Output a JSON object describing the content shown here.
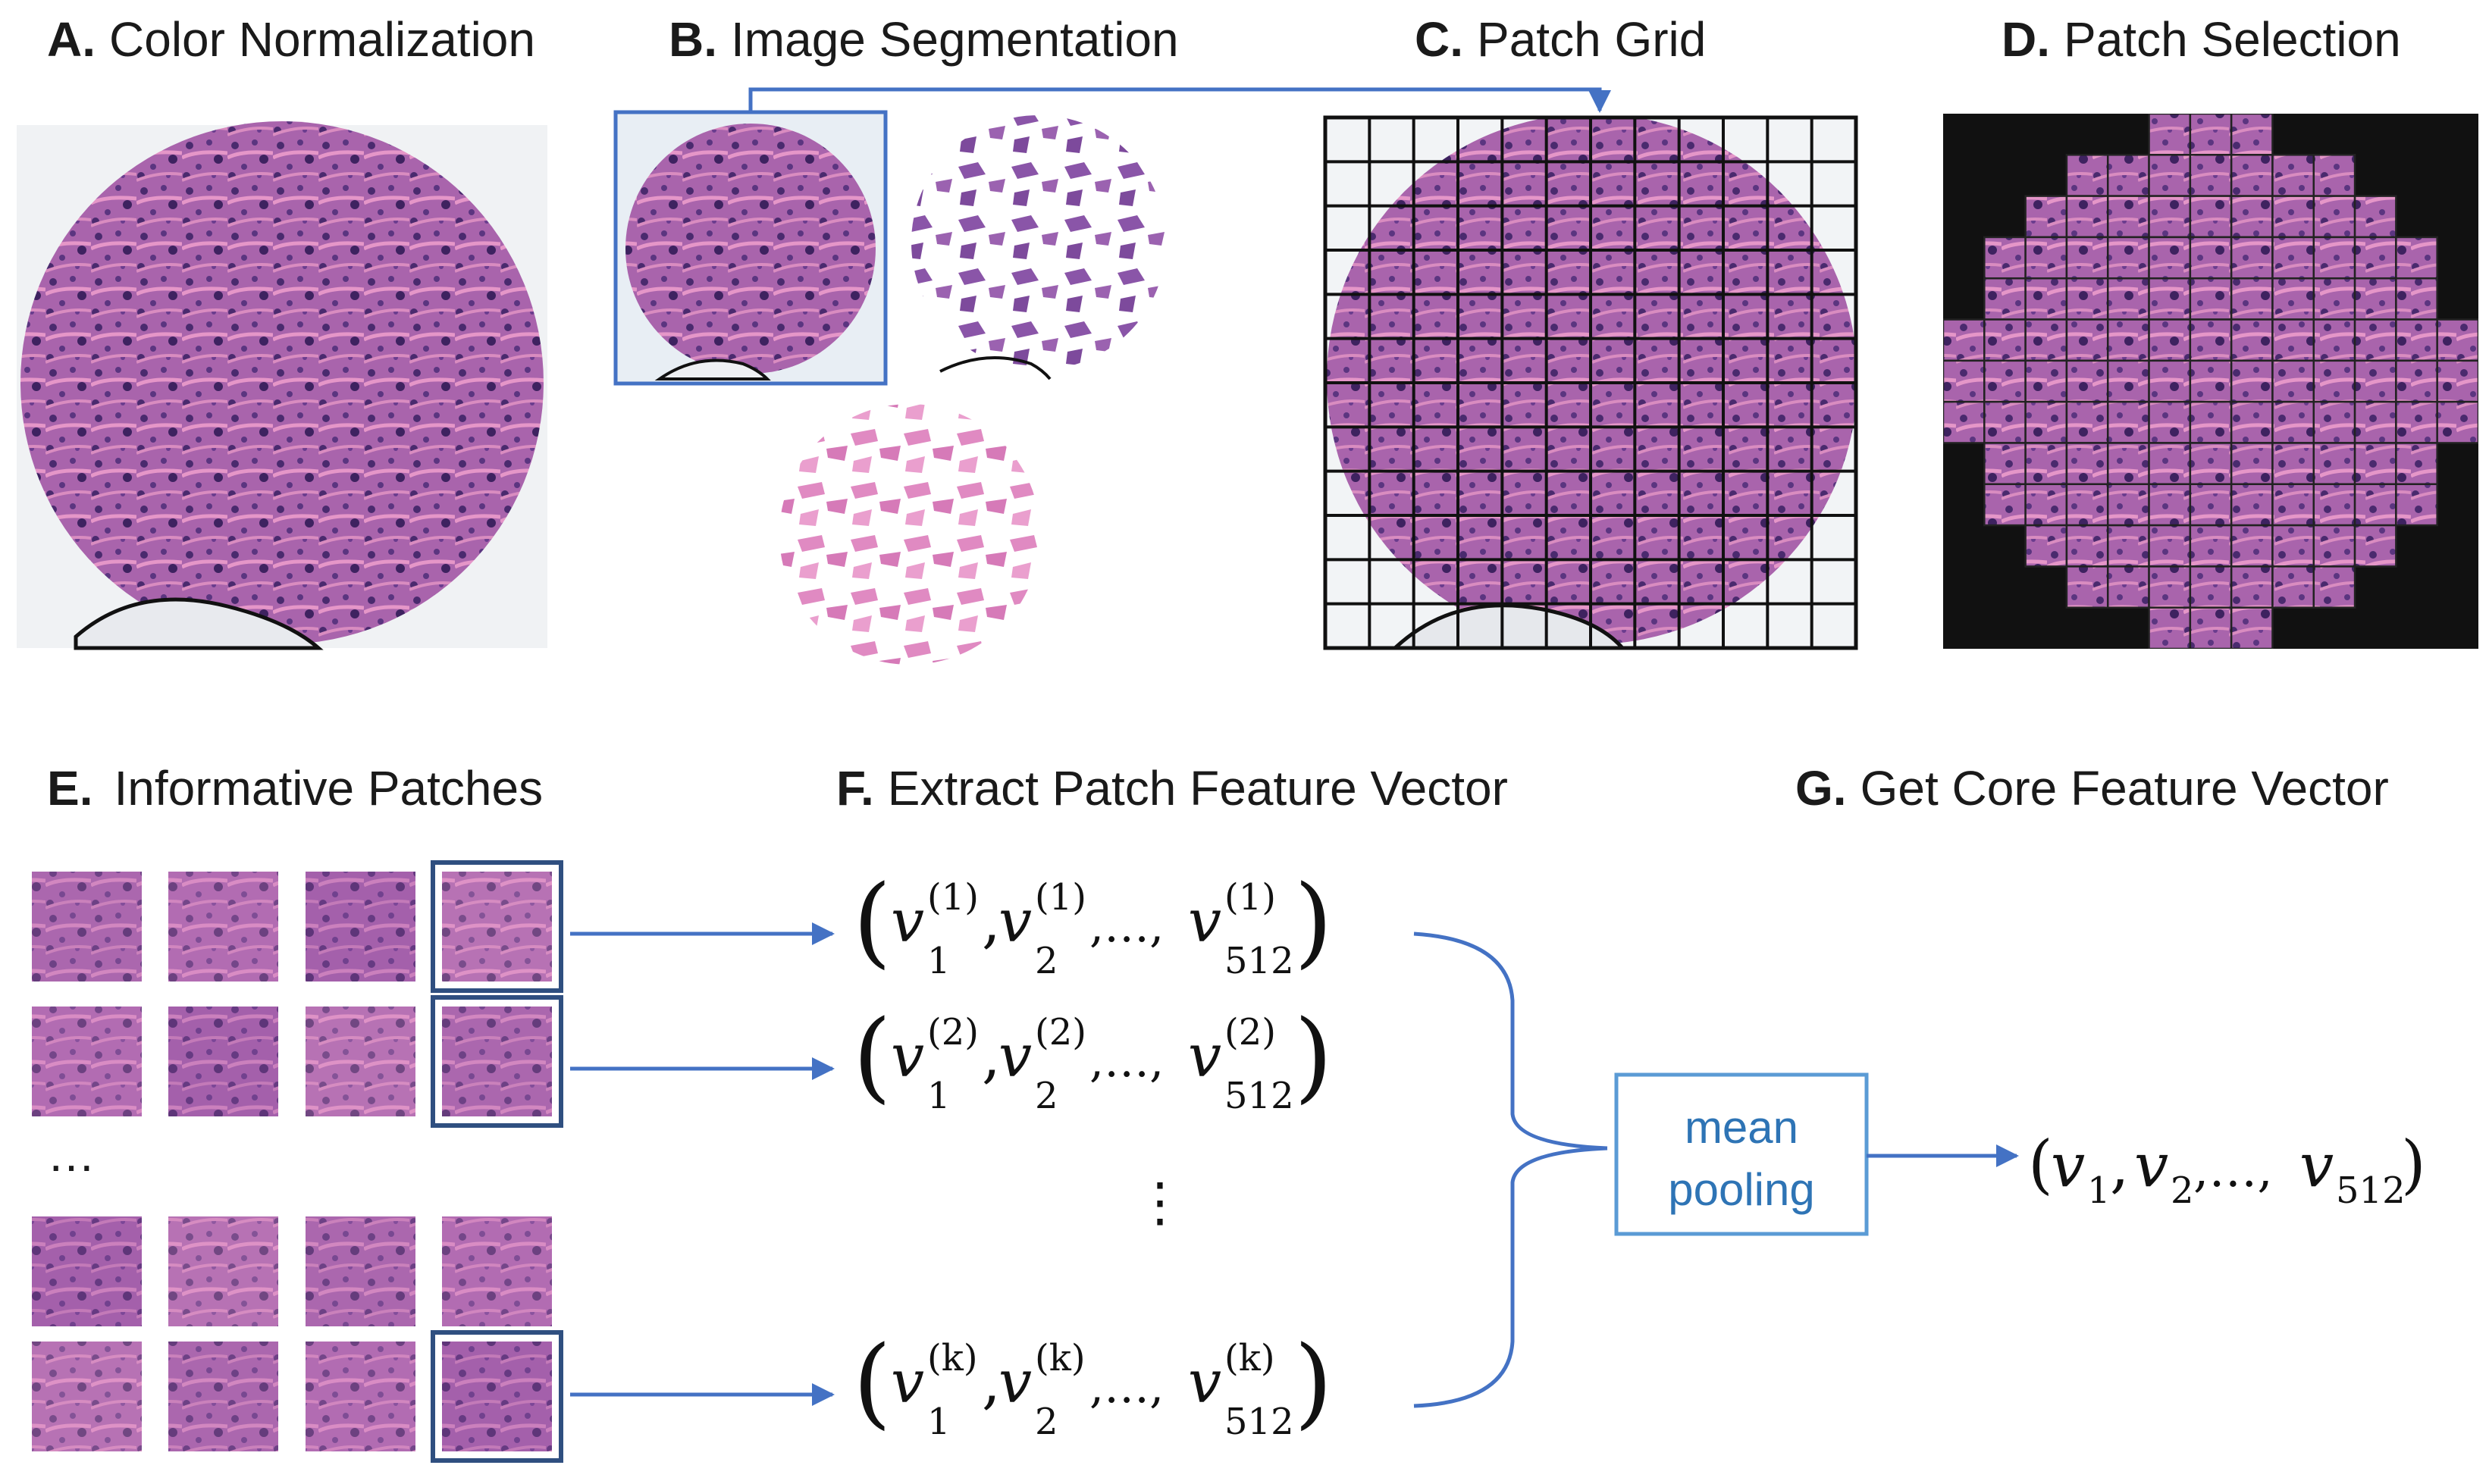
{
  "panels": {
    "a": {
      "letter": "A.",
      "title": "Color Normalization"
    },
    "b": {
      "letter": "B.",
      "title": "Image Segmentation"
    },
    "c": {
      "letter": "C.",
      "title": "Patch Grid"
    },
    "d": {
      "letter": "D.",
      "title": "Patch Selection"
    },
    "e": {
      "letter": "E.",
      "title": "Informative Patches"
    },
    "f": {
      "letter": "F.",
      "title": "Extract Patch Feature Vector"
    },
    "g": {
      "letter": "G.",
      "title": "Get Core Feature Vector"
    }
  },
  "ellipsis_rows": "…",
  "vertical_ellipsis": "⋮",
  "feature_vectors": [
    {
      "superscript": "(1)",
      "sub1": "1",
      "sub2": "2",
      "subn": "512",
      "sep": ",…, "
    },
    {
      "superscript": "(2)",
      "sub1": "1",
      "sub2": "2",
      "subn": "512",
      "sep": ",…, "
    },
    {
      "superscript": "(k)",
      "sub1": "1",
      "sub2": "2",
      "subn": "512",
      "sep": ",…, "
    }
  ],
  "variable": "v",
  "pooling": {
    "line1": "mean",
    "line2": "pooling"
  },
  "core_vector": {
    "var": "v",
    "sub1": "1",
    "sub2": "2",
    "subn": "512",
    "sep": ",…,"
  },
  "colors": {
    "accent_blue": "#4472c4",
    "dark_blue_frame": "#2f4f80",
    "pooling_text": "#2e74b5",
    "tissue_purple": "#9b5aa6",
    "tissue_pink": "#d98cc0",
    "tissue_dark": "#4a2a6e"
  }
}
